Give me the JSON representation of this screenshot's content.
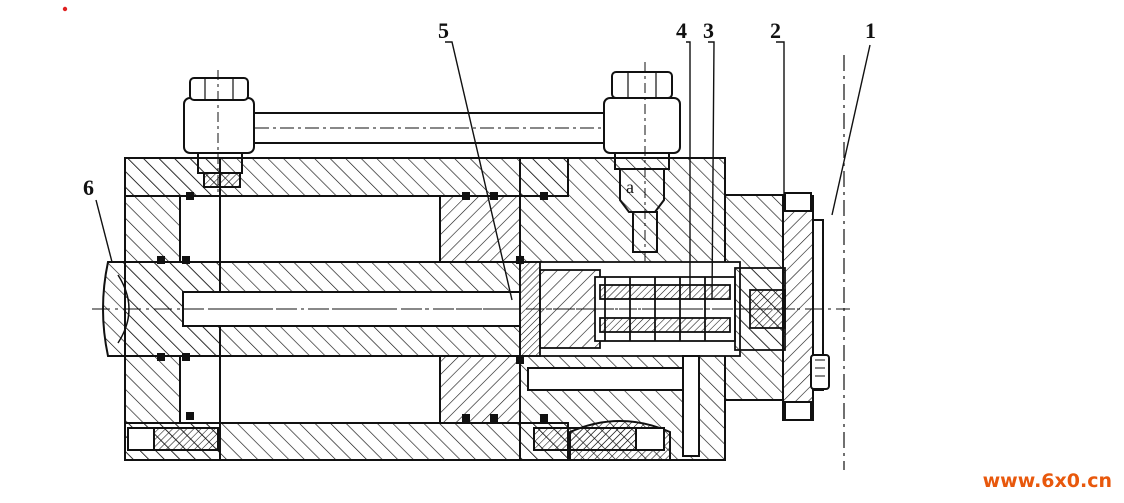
{
  "labels": {
    "l1": "1",
    "l2": "2",
    "l3": "3",
    "l4": "4",
    "l5": "5",
    "l6": "6",
    "mark_a": "a"
  },
  "watermark": {
    "text": "www.6x0.cn",
    "color": "#e8580c"
  },
  "colors": {
    "ink": "#111111",
    "paper": "#ffffff",
    "corner_dot": "#e02020"
  }
}
